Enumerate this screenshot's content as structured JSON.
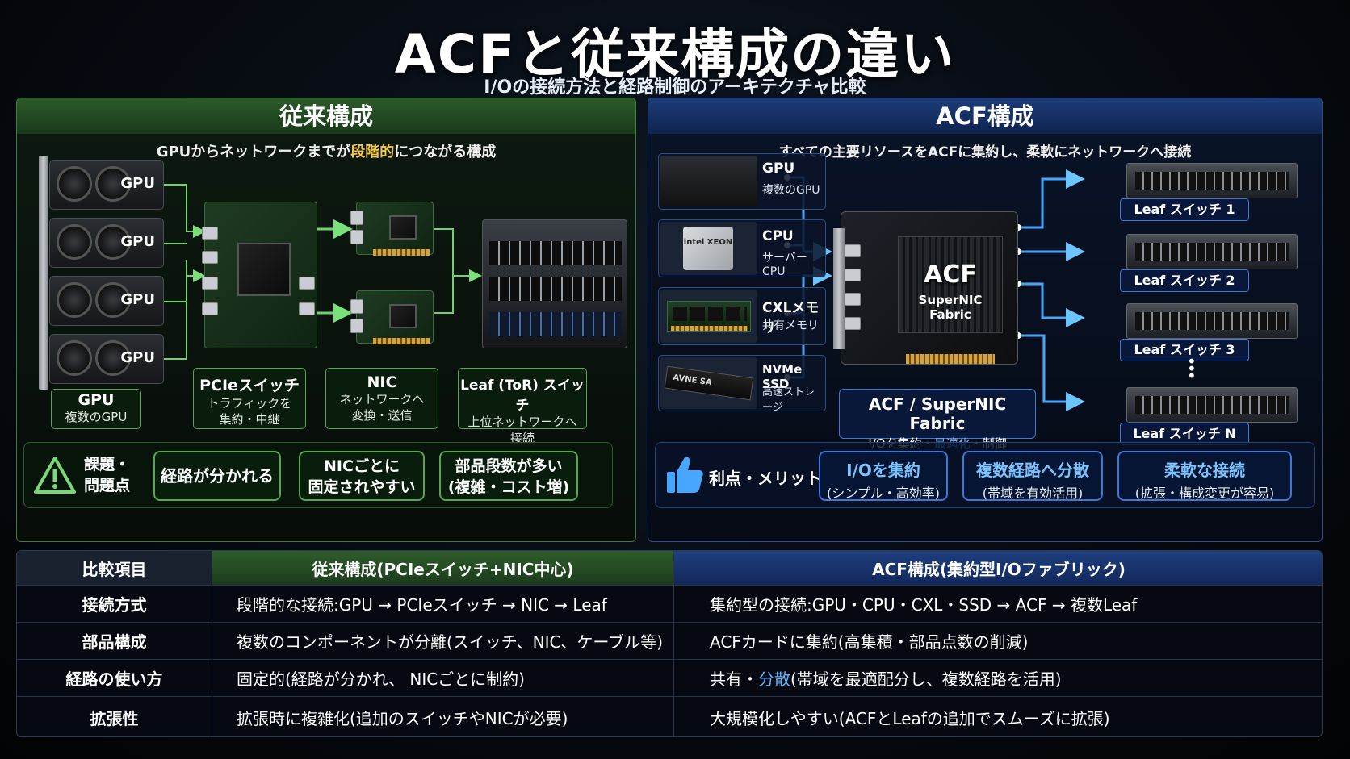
{
  "header": {
    "title": "ACFと従来構成の違い",
    "subtitle": "I/Oの接続方法と経路制御のアーキテクチャ比較"
  },
  "colors": {
    "traditional_accent": "#5aa552",
    "acf_accent": "#3c78d8",
    "highlight_yellow": "#f4c84a",
    "highlight_blue": "#5fb4ff"
  },
  "traditional": {
    "heading": "従来構成",
    "subtitle_pre": "GPUからネットワークまでが",
    "subtitle_hl": "段階的",
    "subtitle_post": "につながる構成",
    "gpu_cards": [
      "GPU",
      "GPU",
      "GPU",
      "GPU"
    ],
    "components": [
      {
        "title": "GPU",
        "desc": "複数のGPU"
      },
      {
        "title": "PCIeスイッチ",
        "desc": "トラフィックを\n集約・中継"
      },
      {
        "title": "NIC",
        "desc": "ネットワークへ\n変換・送信"
      },
      {
        "title": "Leaf (ToR) スイッチ",
        "desc": "上位ネットワークへ\n接続"
      }
    ],
    "issues_label": "課題・\n問題点",
    "issues_icon": "warning-icon",
    "issues": [
      "経路が分かれる",
      "NICごとに\n固定されやすい",
      "部品段数が多い\n(複雑・コスト増)"
    ]
  },
  "acf": {
    "heading": "ACF構成",
    "subtitle": "すべての主要リソースをACFに集約し、柔軟にネットワークへ接続",
    "resources": [
      {
        "title": "GPU",
        "desc": "複数のGPU"
      },
      {
        "title": "CPU",
        "desc": "サーバーCPU"
      },
      {
        "title": "CXLメモリ",
        "desc": "共有メモリ"
      },
      {
        "title": "NVMe SSD",
        "desc": "高速ストレージ"
      }
    ],
    "card_logo": "ACF",
    "card_name": "SuperNIC Fabric",
    "chip_text": "intel XEON",
    "ssd_text": "AVNE SA",
    "fabric_title": "ACF / SuperNIC Fabric",
    "fabric_desc_pre": "I/Oを集約・",
    "fabric_desc_hl": "最適化",
    "fabric_desc_post": "・制御",
    "leafs": [
      "Leaf スイッチ 1",
      "Leaf スイッチ 2",
      "Leaf スイッチ 3",
      "Leaf スイッチ N"
    ],
    "benefits_label": "利点・メリット",
    "benefits_icon": "thumbs-up-icon",
    "benefits": [
      {
        "title": "I/Oを集約",
        "desc": "(シンプル・高効率)"
      },
      {
        "title": "複数経路へ分散",
        "desc": "(帯域を有効活用)"
      },
      {
        "title": "柔軟な接続",
        "desc": "(拡張・構成変更が容易)"
      }
    ]
  },
  "table": {
    "headers": [
      "比較項目",
      "従来構成(PCIeスイッチ+NIC中心)",
      "ACF構成(集約型I/Oファブリック)"
    ],
    "rows": [
      {
        "item": "接続方式",
        "traditional": "段階的な接続:GPU → PCIeスイッチ → NIC → Leaf",
        "acf": "集約型の接続:GPU・CPU・CXL・SSD → ACF → 複数Leaf"
      },
      {
        "item": "部品構成",
        "traditional": "複数のコンポーネントが分離(スイッチ、NIC、ケーブル等)",
        "acf": "ACFカードに集約(高集積・部品点数の削減)"
      },
      {
        "item": "経路の使い方",
        "traditional": "固定的(経路が分かれ、 NICごとに制約)",
        "acf_pre": "共有・",
        "acf_hl": "分散",
        "acf_post": "(帯域を最適配分し、複数経路を活用)"
      },
      {
        "item": "拡張性",
        "traditional": "拡張時に複雑化(追加のスイッチやNICが必要)",
        "acf": "大規模化しやすい(ACFとLeafの追加でスムーズに拡張)"
      }
    ]
  }
}
